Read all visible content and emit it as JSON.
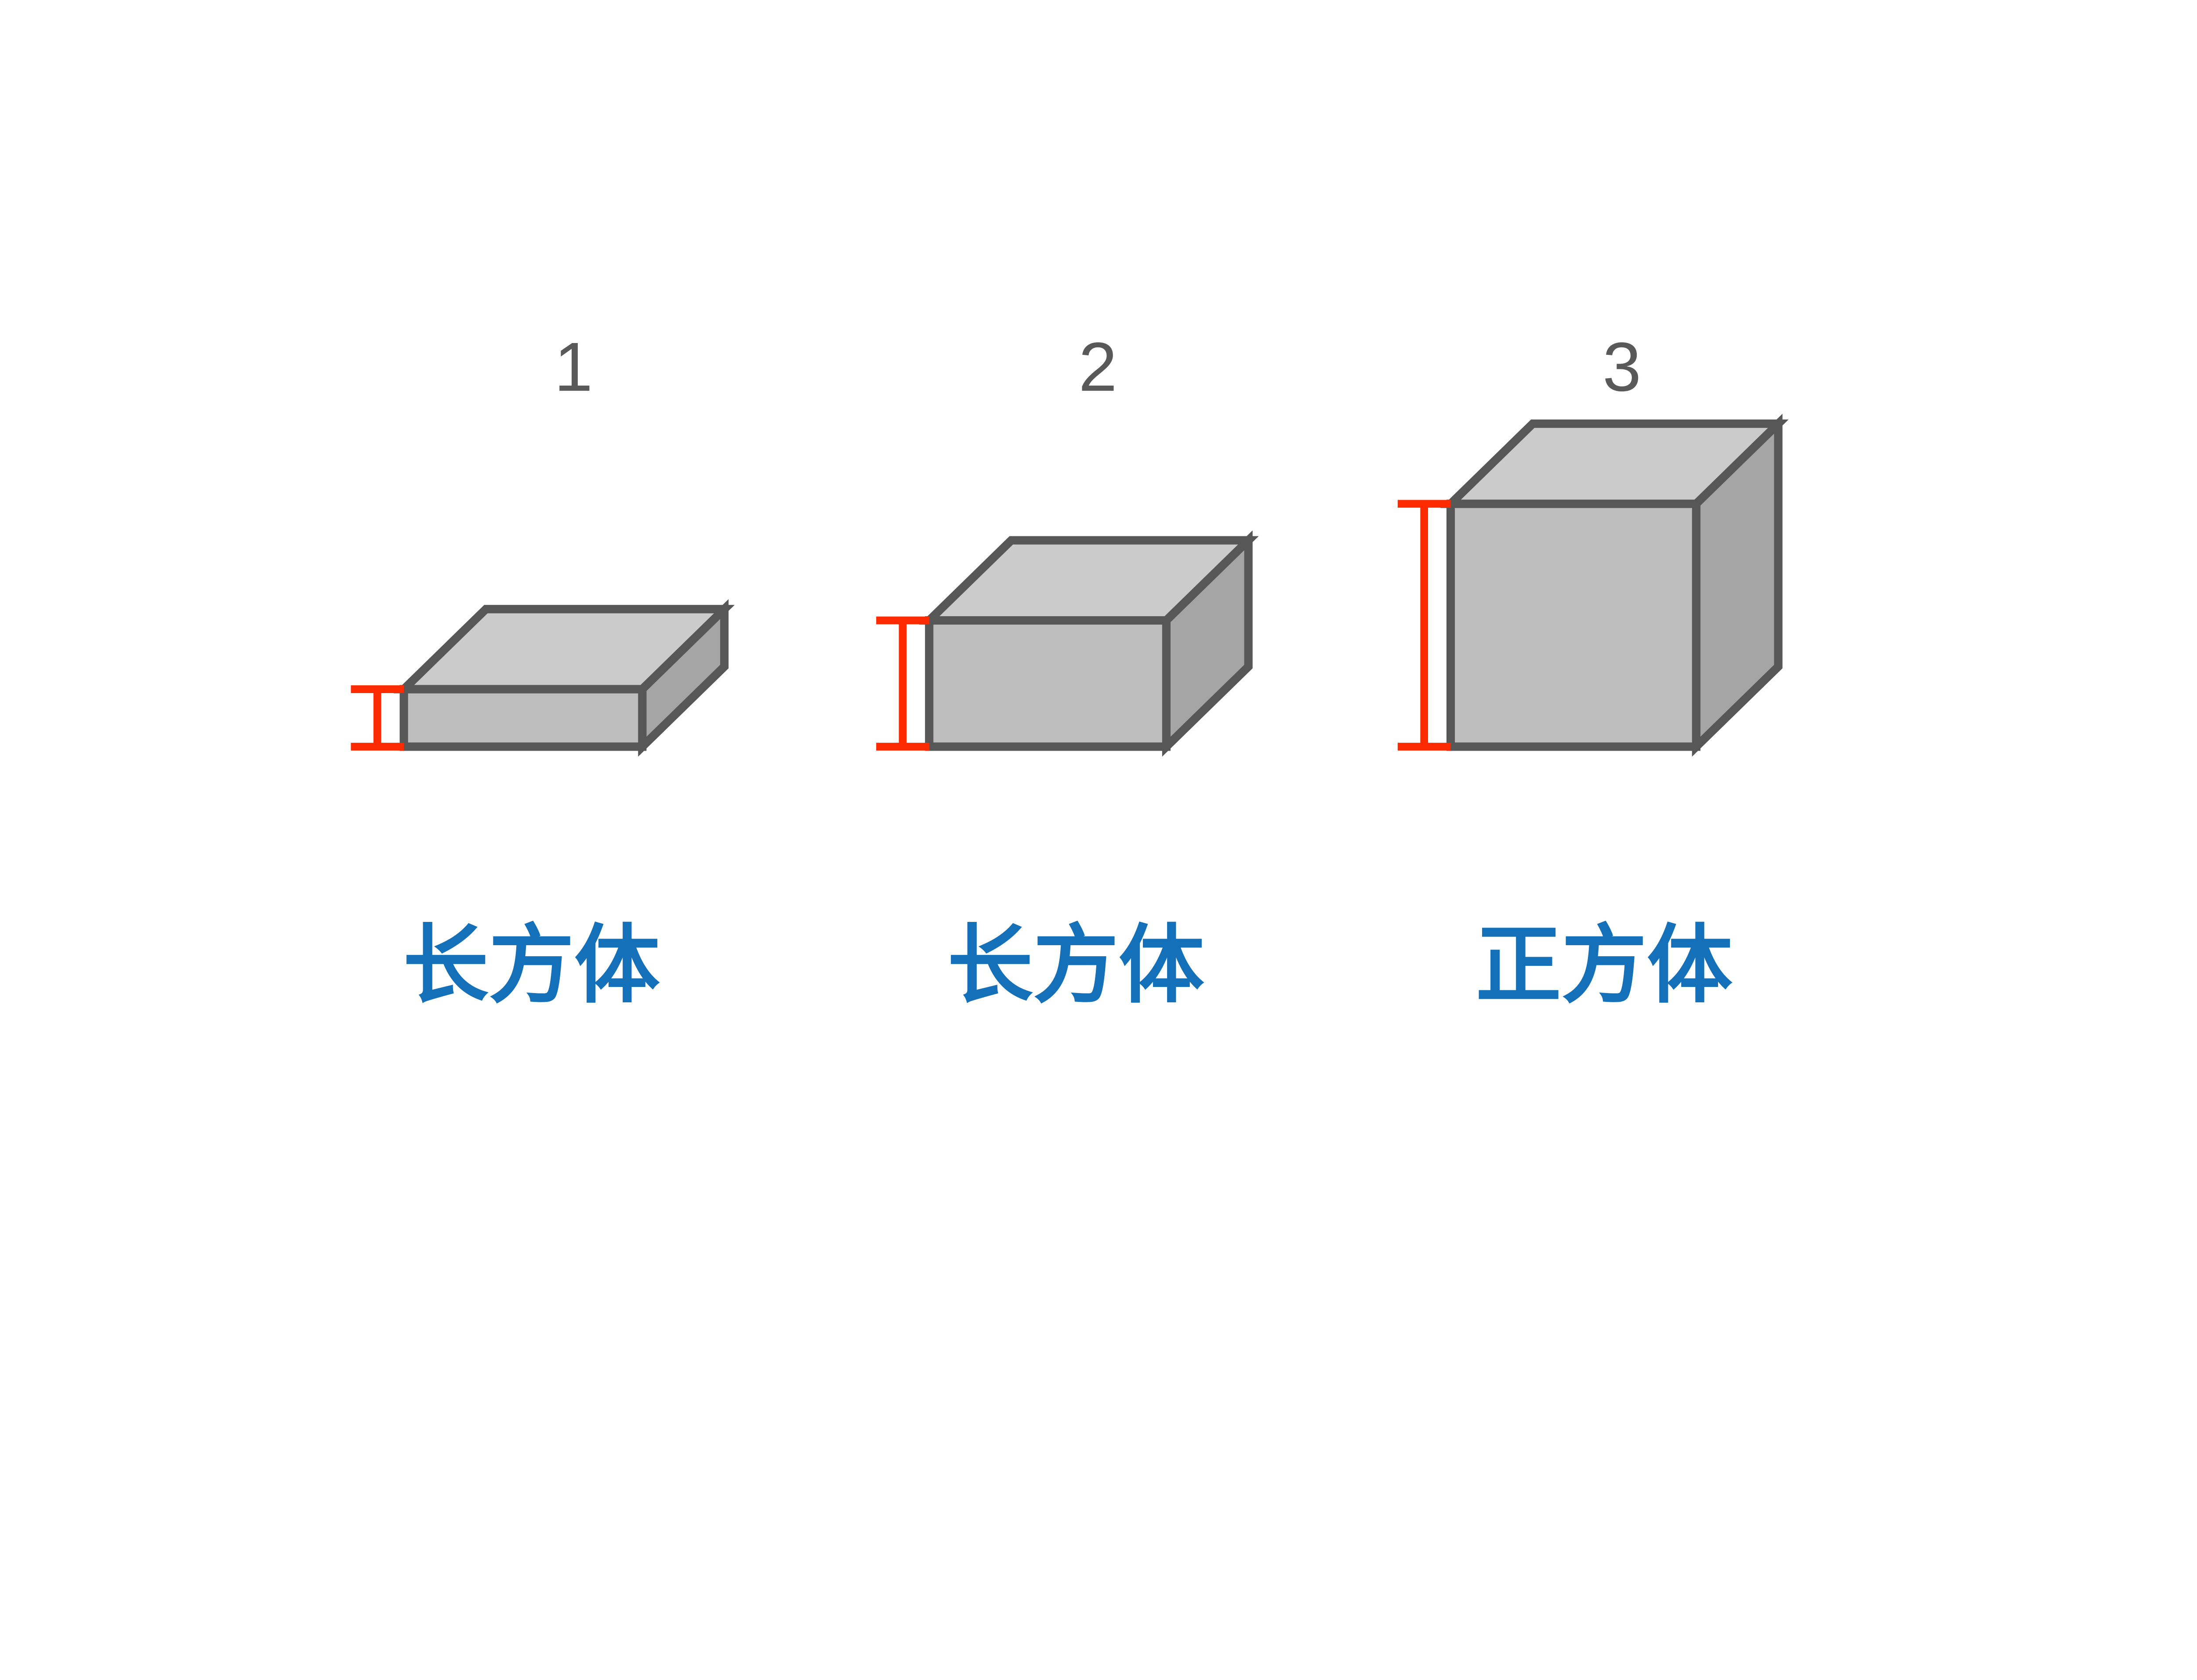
{
  "page": {
    "background": "#ffffff",
    "description_visible_content_only": "three gray 3D solids with red height markers and blue captions"
  },
  "colors": {
    "bg": "#ffffff",
    "outline": "#575757",
    "face-top": "#cbcbcb",
    "face-front": "#bdbdbd",
    "face-right": "#a5a5a5",
    "accent-red": "#ff2b00",
    "number-gray": "#595959",
    "label-blue": "#1470b8"
  },
  "figures": [
    {
      "number": "1",
      "label": "长方体",
      "shape": "cuboid-flat"
    },
    {
      "number": "2",
      "label": "长方体",
      "shape": "cuboid-medium"
    },
    {
      "number": "3",
      "label": "正方体",
      "shape": "cube"
    }
  ]
}
